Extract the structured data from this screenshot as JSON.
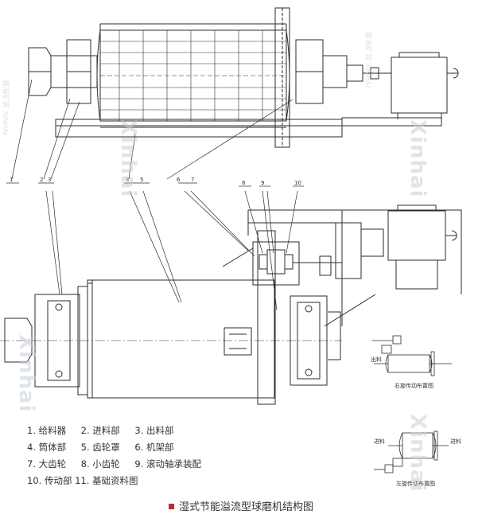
{
  "callouts": [
    "1",
    "2",
    "3",
    "4",
    "5",
    "6",
    "7",
    "8",
    "9",
    "10"
  ],
  "legend": [
    [
      "1. 给料器",
      "2. 进料部",
      "3. 出料部"
    ],
    [
      "4. 筒体部",
      "5. 齿轮罩",
      "6. 机架部"
    ],
    [
      "7. 大齿轮",
      "8. 小齿轮",
      "9. 滚动轴承装配"
    ],
    [
      "10. 传动部 11. 基础资料图"
    ]
  ],
  "inset_top": {
    "label_left": "出料",
    "caption": "右旋传动布置图"
  },
  "inset_bottom": {
    "label_left": "进料",
    "label_right": "进料",
    "caption": "左旋传动布置图"
  },
  "caption": "湿式节能溢流型球磨机结构图",
  "watermark": {
    "brand": "Xinhai",
    "text": "鑫海矿装 XINHAI"
  },
  "colors": {
    "line": "#2b2b2b",
    "marker": "#c0282c",
    "watermark": "#c6ced8"
  }
}
